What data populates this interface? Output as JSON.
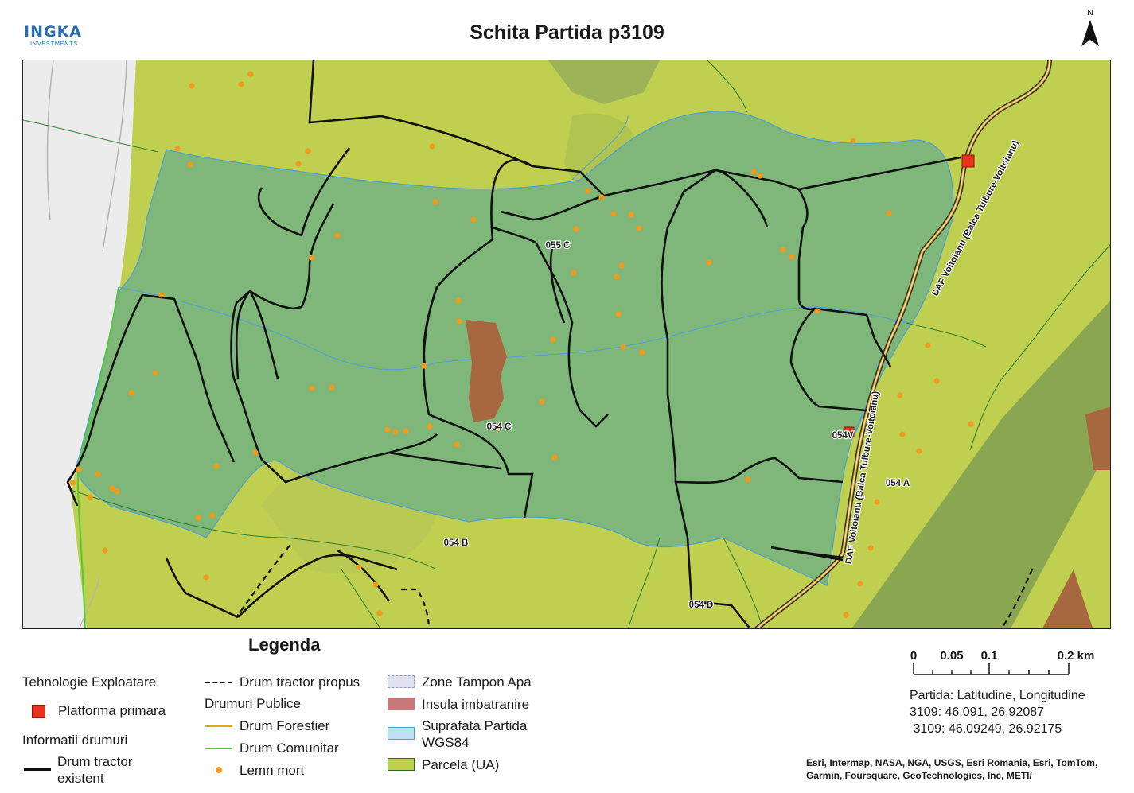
{
  "header": {
    "title": "Schita Partida p3109",
    "logo_word": "INGKA",
    "logo_sub": "INVESTMENTS",
    "north_label": "N"
  },
  "map": {
    "parcel_labels": [
      "055 C",
      "054 C",
      "054 B",
      "054 A",
      "054 D",
      "054V"
    ],
    "road_labels": [
      "DAF Voitoianu (Balca Tulbure-Voitoianu)",
      "DAF Voitoianu (Balca Tulbure-Voitoianu)"
    ],
    "colors": {
      "parcel": "#bfcf50",
      "partida_area": "#7fb77a",
      "insula": "#a8683f",
      "drum_tractor": "#111111",
      "drum_forestier": "#e8a317",
      "drum_comunitar": "#55c83a",
      "lemn_mort": "#f29a1c",
      "platforma": "#e8321e"
    }
  },
  "legend": {
    "title": "Legenda",
    "tehnologie": "Tehnologie Exploatare",
    "platforma": "Platforma primara",
    "informatii": "Informatii drumuri",
    "drum_existent_1": "Drum tractor",
    "drum_existent_2": "existent",
    "drum_propus": "Drum tractor propus",
    "drumuri_publice": "Drumuri Publice",
    "drum_forestier": "Drum Forestier",
    "drum_comunitar": "Drum Comunitar",
    "lemn_mort": "Lemn mort",
    "zone_tampon": "Zone Tampon Apa",
    "insula": "Insula imbatranire",
    "suprafata_1": "Suprafata Partida",
    "suprafata_2": "WGS84",
    "parcela": "Parcela (UA)"
  },
  "scale": {
    "labels": [
      "0",
      "0.05",
      "0.1",
      "0.2 km"
    ]
  },
  "coords": {
    "heading": "Partida: Latitudine, Longitudine",
    "line1": "3109: 46.091, 26.92087",
    "line2": " 3109: 46.09249, 26.92175"
  },
  "credits": "Esri, Intermap, NASA, NGA, USGS, Esri Romania, Esri, TomTom, Garmin, Foursquare, GeoTechnologies, Inc, METI/"
}
